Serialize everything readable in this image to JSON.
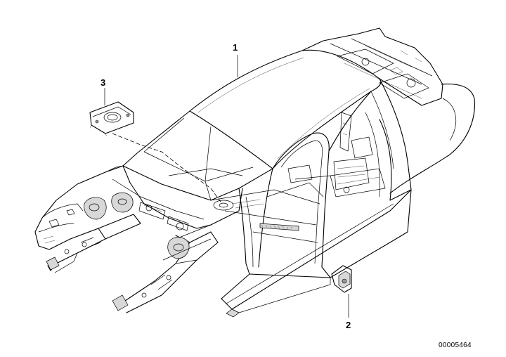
{
  "diagram": {
    "callouts": [
      {
        "id": "1",
        "label": "1"
      },
      {
        "id": "2",
        "label": "2"
      },
      {
        "id": "3",
        "label": "3"
      }
    ],
    "document_number": "00005464"
  },
  "colors": {
    "line": "#000000",
    "background": "#ffffff",
    "shade": "#d8d8d8"
  }
}
